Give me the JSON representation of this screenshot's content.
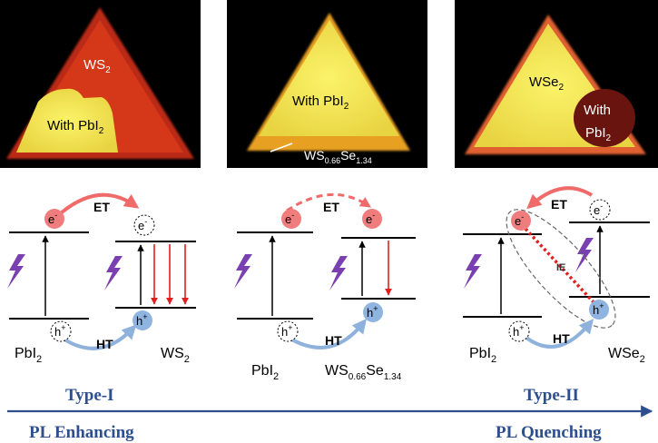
{
  "panels": [
    {
      "photo": {
        "label_main": "WS",
        "label_main_sub": "2",
        "label_pbi": "With PbI",
        "label_pbi_sub": "2"
      },
      "diagram": {
        "left_material": "PbI",
        "left_material_sub": "2",
        "right_material": "WS",
        "right_material_sub": "2",
        "et_label": "ET",
        "ht_label": "HT",
        "electron": "e",
        "hole": "h",
        "charge_minus": "-",
        "charge_plus": "+"
      },
      "type_label": "Type-I"
    },
    {
      "photo": {
        "label_pbi": "With PbI",
        "label_pbi_sub": "2",
        "label_edge": "WS",
        "label_edge_sub1": "0.66",
        "label_edge_mid": "Se",
        "label_edge_sub2": "1.34"
      },
      "diagram": {
        "left_material": "PbI",
        "left_material_sub": "2",
        "right_material": "WS",
        "right_material_sub1": "0.66",
        "right_material_mid": "Se",
        "right_material_sub2": "1.34",
        "et_label": "ET",
        "ht_label": "HT",
        "electron": "e",
        "hole": "h",
        "charge_minus": "-",
        "charge_plus": "+"
      }
    },
    {
      "photo": {
        "label_main": "WSe",
        "label_main_sub": "2",
        "label_with": "With",
        "label_pbi": "PbI",
        "label_pbi_sub": "2"
      },
      "diagram": {
        "left_material": "PbI",
        "left_material_sub": "2",
        "right_material": "WSe",
        "right_material_sub": "2",
        "et_label": "ET",
        "ht_label": "HT",
        "ie_label": "IE",
        "electron": "e",
        "hole": "h",
        "charge_minus": "-",
        "charge_plus": "+"
      },
      "type_label": "Type-II"
    }
  ],
  "axis": {
    "left_label": "PL Enhancing",
    "right_label": "PL Quenching"
  },
  "colors": {
    "accent_blue": "#2e4f8f",
    "electron_fill": "#f07d7d",
    "hole_fill": "#8fb4e0",
    "et_arrow": "#f06a6a",
    "ht_arrow": "#8fb2dc",
    "photon": "#7a3fb0",
    "emission": "#e02020"
  }
}
